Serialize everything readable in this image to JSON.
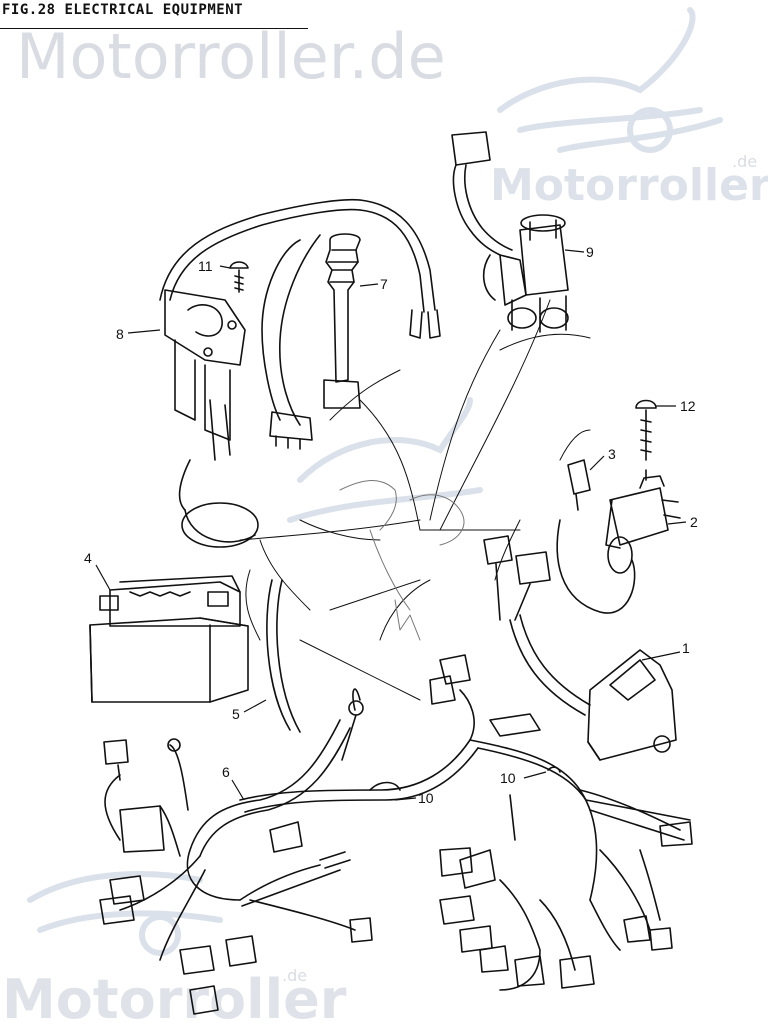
{
  "figure": {
    "title": "FIG.28 ELECTRICAL EQUIPMENT"
  },
  "watermark": {
    "brand": "Motorroller.de",
    "brand_short": "Motorroller",
    "tld": ".de"
  },
  "callouts": [
    {
      "id": "1",
      "text": "1"
    },
    {
      "id": "2",
      "text": "2"
    },
    {
      "id": "3",
      "text": "3"
    },
    {
      "id": "4",
      "text": "4"
    },
    {
      "id": "5",
      "text": "5"
    },
    {
      "id": "6",
      "text": "6"
    },
    {
      "id": "7",
      "text": "7"
    },
    {
      "id": "8",
      "text": "8"
    },
    {
      "id": "9",
      "text": "9"
    },
    {
      "id": "10a",
      "text": "10"
    },
    {
      "id": "10b",
      "text": "10"
    },
    {
      "id": "11",
      "text": "11"
    },
    {
      "id": "12",
      "text": "12"
    }
  ],
  "colors": {
    "ink": "#111111",
    "watermark": "#d9dde3"
  }
}
